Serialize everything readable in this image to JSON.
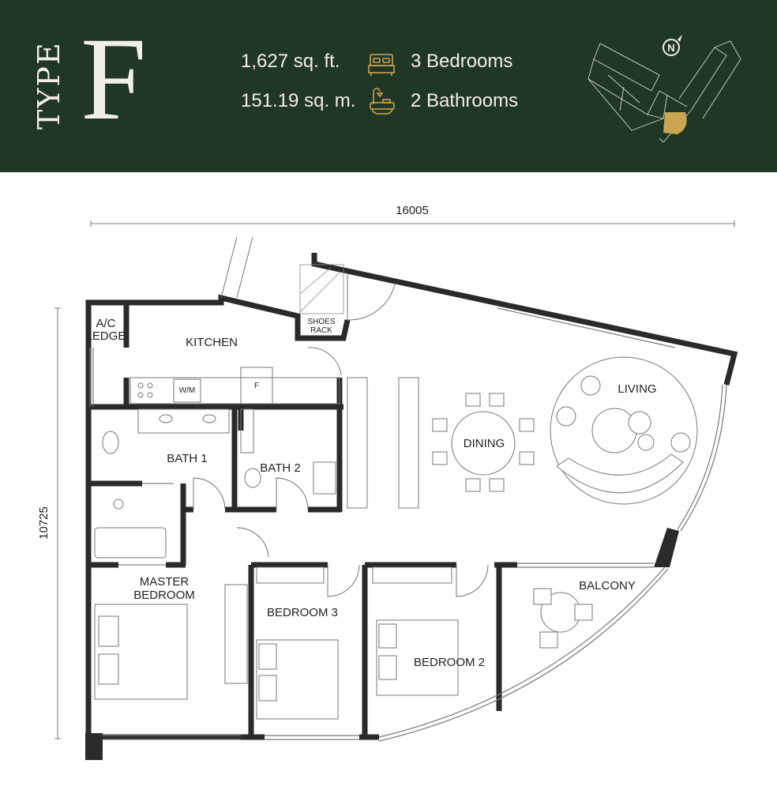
{
  "header": {
    "type_word": "TYPE",
    "type_letter": "F",
    "area_sqft": "1,627 sq. ft.",
    "area_sqm": "151.19 sq. m.",
    "bedrooms": "3 Bedrooms",
    "bathrooms": "2 Bathrooms",
    "icons": [
      "bed-icon",
      "bathtub-icon",
      "north-compass-icon",
      "key-plan-icon"
    ],
    "compass_label": "N"
  },
  "dimensions": {
    "width": "16005",
    "depth": "10725"
  },
  "rooms": {
    "ac_ledge": [
      "A/C",
      "LEDGE"
    ],
    "kitchen": "KITCHEN",
    "wm": "W/M",
    "fridge": "F",
    "shoes_rack": [
      "SHOES",
      "RACK"
    ],
    "living": "LIVING",
    "dining": "DINING",
    "bath1": "BATH 1",
    "bath2": "BATH 2",
    "master_bedroom": [
      "MASTER",
      "BEDROOM"
    ],
    "bedroom3": "BEDROOM 3",
    "bedroom2": "BEDROOM 2",
    "balcony": "BALCONY"
  },
  "colors": {
    "header_bg": "#213726",
    "accent_gold": "#c9a552",
    "wall": "#2a2a2a",
    "text_light": "#f1efe6"
  }
}
